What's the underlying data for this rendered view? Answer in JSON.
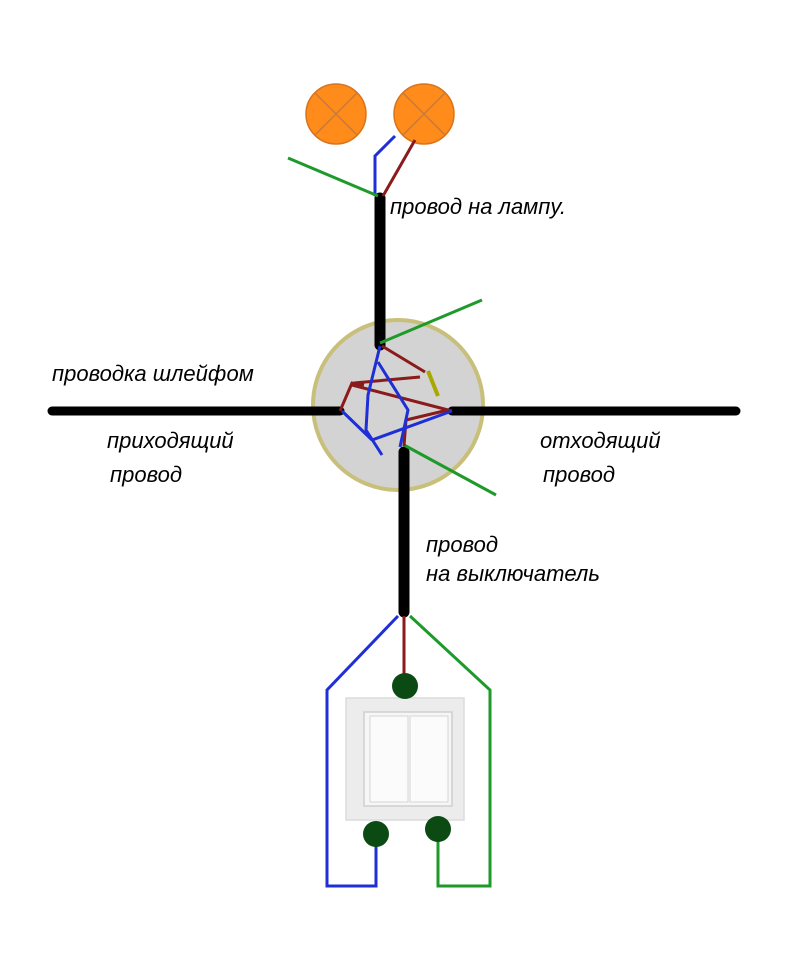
{
  "labels": {
    "lamp_wire": "провод на лампу.",
    "loop_wiring": "проводка шлейфом",
    "incoming_line1": "приходящий",
    "incoming_line2": "провод",
    "outgoing_line1": "отходящий",
    "outgoing_line2": "провод",
    "switch_wire_line1": "провод",
    "switch_wire_line2": "на выключатель"
  },
  "colors": {
    "main_cable": "#000000",
    "phase_wire": "#8b1a1a",
    "neutral_wire": "#1f2fd6",
    "ground_wire": "#1e9a2a",
    "yellow_green_wire": "#a8a800",
    "lamp_fill": "#ff8c1a",
    "junction_box_fill": "#d3d3d3",
    "junction_box_border": "#c8c07a",
    "terminal": "#0b4a12",
    "switch_plate": "#ececec"
  },
  "icons": {
    "lamp": "lamp-icon",
    "junction_box": "junction-box-icon",
    "switch": "double-switch-icon"
  }
}
